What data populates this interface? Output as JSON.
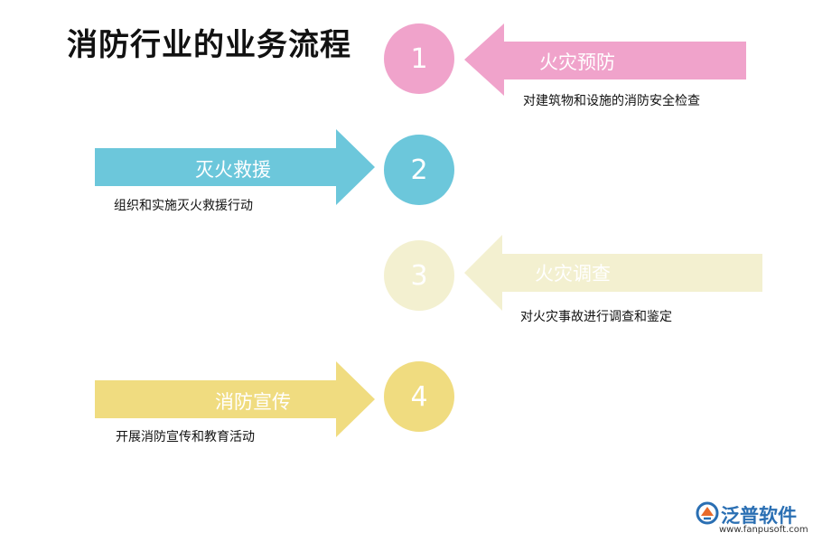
{
  "title": "消防行业的业务流程",
  "steps": [
    {
      "number": "1",
      "label": "火灾预防",
      "description": "对建筑物和设施的消防安全检查",
      "color": "#f0a3cb"
    },
    {
      "number": "2",
      "label": "灭火救援",
      "description": "组织和实施灭火救援行动",
      "color": "#6cc7db"
    },
    {
      "number": "3",
      "label": "火灾调查",
      "description": "对火灾事故进行调查和鉴定",
      "color": "#f3f0d0"
    },
    {
      "number": "4",
      "label": "消防宣传",
      "description": "开展消防宣传和教育活动",
      "color": "#f0dc80"
    }
  ],
  "logo": {
    "name": "泛普软件",
    "url": "www.fanpusoft.com",
    "icon": "fanpu-logo-icon"
  }
}
